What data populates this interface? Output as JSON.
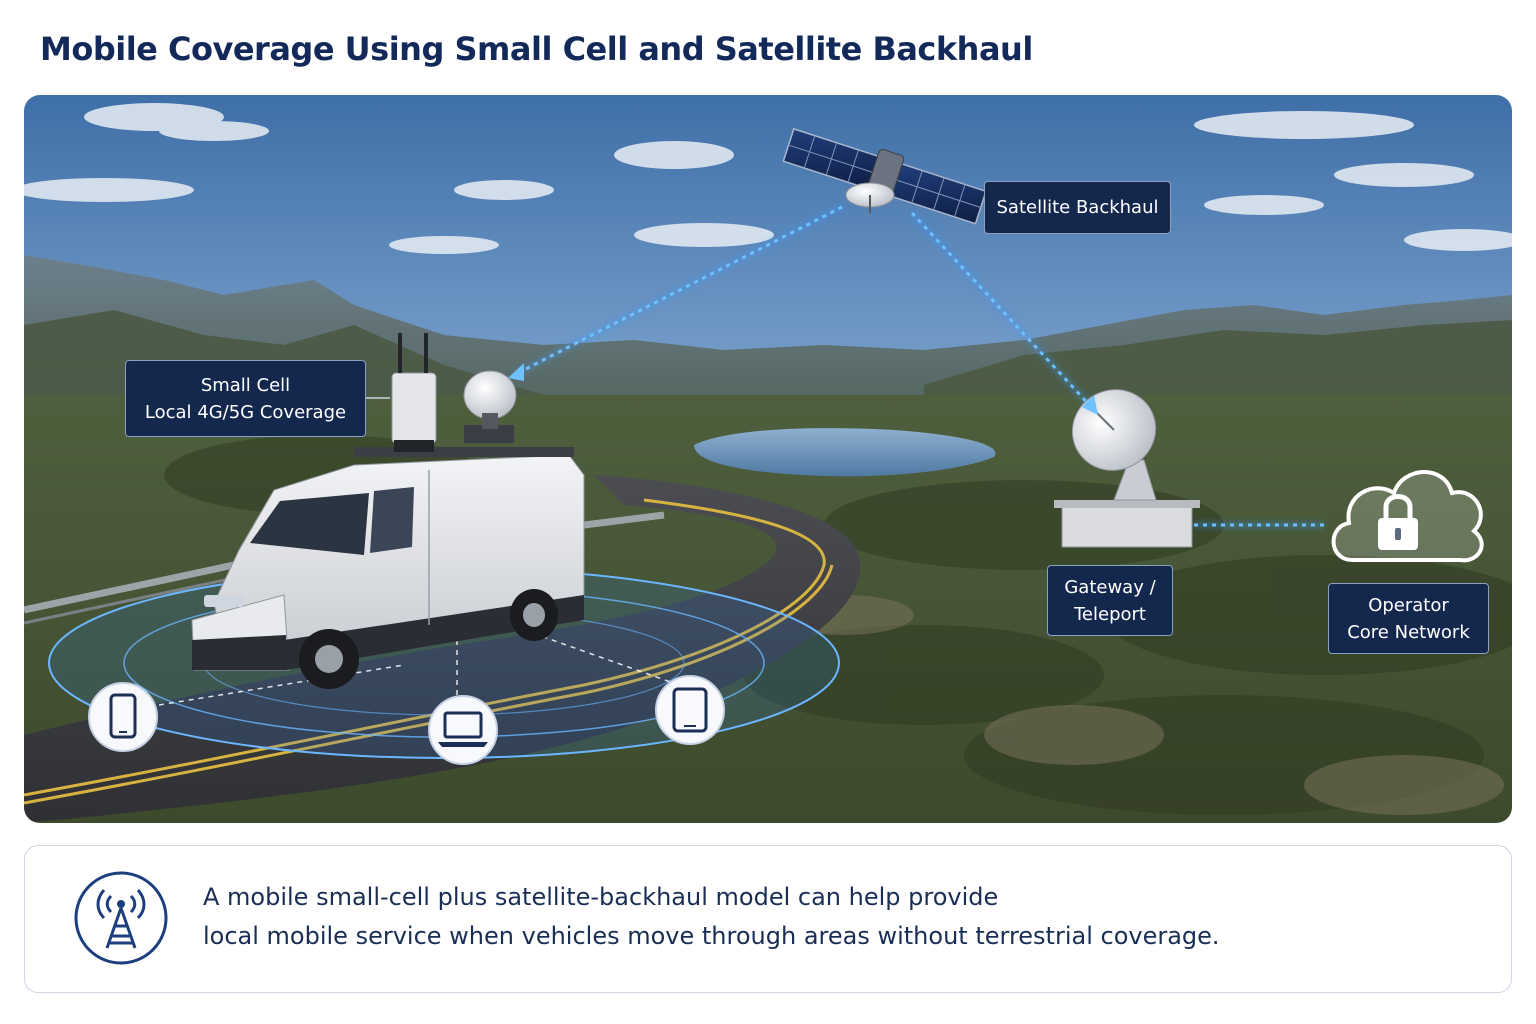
{
  "title": "Mobile Coverage Using Small Cell and Satellite Backhaul",
  "labels": {
    "satellite": "Satellite Backhaul",
    "small_cell_line1": "Small Cell",
    "small_cell_line2": "Local 4G/5G Coverage",
    "gateway_line1": "Gateway /",
    "gateway_line2": "Teleport",
    "operator_line1": "Operator",
    "operator_line2": "Core Network"
  },
  "devices": [
    "smartphone-icon",
    "laptop-icon",
    "tablet-icon"
  ],
  "caption": {
    "line1": "A mobile small-cell plus satellite-backhaul model can help provide",
    "line2": "local mobile service when vehicles move through areas without terrestrial coverage."
  },
  "colors": {
    "title": "#13295a",
    "label_bg": "#14284e",
    "link": "#3a9cff",
    "caption_text": "#1a2e55"
  }
}
